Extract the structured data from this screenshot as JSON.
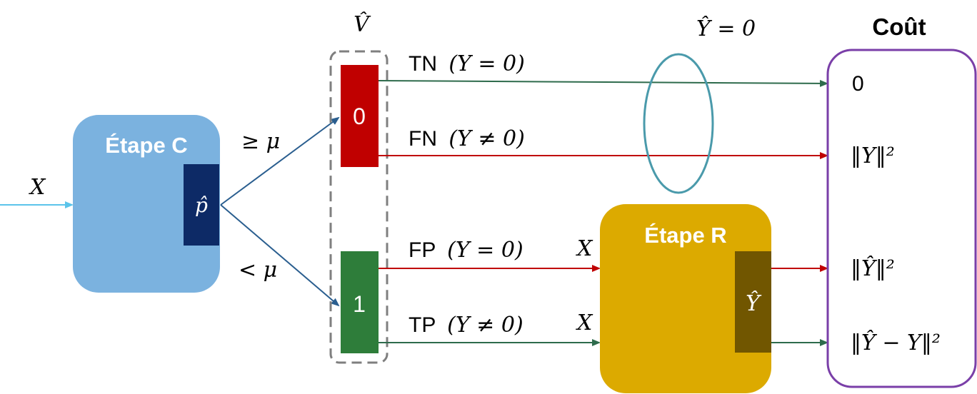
{
  "input": {
    "x_label": "X"
  },
  "stage_c": {
    "title": "Étape C",
    "output_label": "p̂"
  },
  "thresholds": {
    "ge_mu": "≥ μ",
    "lt_mu": "< μ"
  },
  "decision": {
    "v_hat_label": "V̂",
    "box_0": "0",
    "box_1": "1"
  },
  "group": {
    "label": "Ŷ = 0"
  },
  "branches": {
    "tn": {
      "abbr": "TN",
      "cond": "(Y = 0)"
    },
    "fn": {
      "abbr": "FN",
      "cond": "(Y ≠ 0)"
    },
    "fp": {
      "abbr": "FP",
      "cond": "(Y = 0)",
      "x_label": "X"
    },
    "tp": {
      "abbr": "TP",
      "cond": "(Y ≠ 0)",
      "x_label": "X"
    }
  },
  "stage_r": {
    "title": "Étape R",
    "output_label": "Ŷ"
  },
  "cost": {
    "title": "Coût",
    "items": [
      "0",
      "‖Y‖²",
      "‖Ŷ‖²",
      "‖Ŷ − Y‖²"
    ]
  },
  "colors": {
    "stage_c": "#7bb2df",
    "stage_c_output": "#0d2a66",
    "stage_r": "#dcaa00",
    "stage_r_output": "#715600",
    "box_red": "#c00000",
    "box_green": "#2e7d3a",
    "arrow_blue": "#2a5e8f",
    "arrow_input": "#5bc4ea",
    "arrow_red": "#c00000",
    "arrow_green": "#2e6b4c",
    "ellipse": "#4a9aab",
    "cost_border": "#7a3fa8",
    "dashed": "#7f7f7f"
  }
}
